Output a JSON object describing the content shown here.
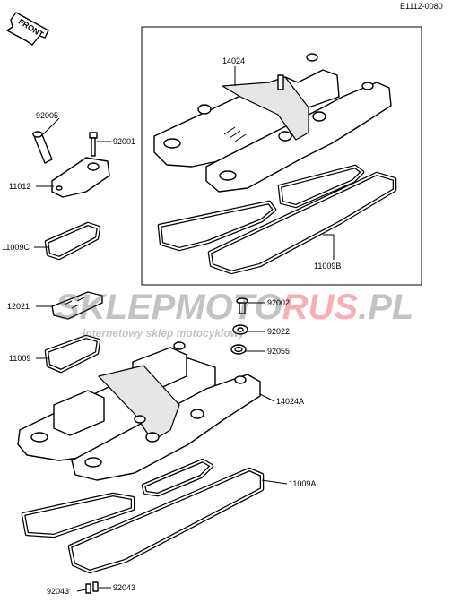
{
  "diagram_code": "E1112-0080",
  "front_arrow_label": "FRONT",
  "watermark": {
    "brand_part1": "SKLEP",
    "brand_part2": "MOTO",
    "brand_part3": "RUS",
    "brand_suffix": ".PL",
    "tagline": "internetowy sklep motocyklowy",
    "color_dark": "#555555",
    "color_accent": "#e8202a"
  },
  "parts": {
    "p14024": "14024",
    "p92005": "92005",
    "p92001": "92001",
    "p11012": "11012",
    "p11009C": "11009C",
    "p11009B": "11009B",
    "p12021": "12021",
    "p92002": "92002",
    "p92022": "92022",
    "p11009": "11009",
    "p92055": "92055",
    "p14024A": "14024A",
    "p11009A": "11009A",
    "p92043_left": "92043",
    "p92043_right": "92043"
  }
}
